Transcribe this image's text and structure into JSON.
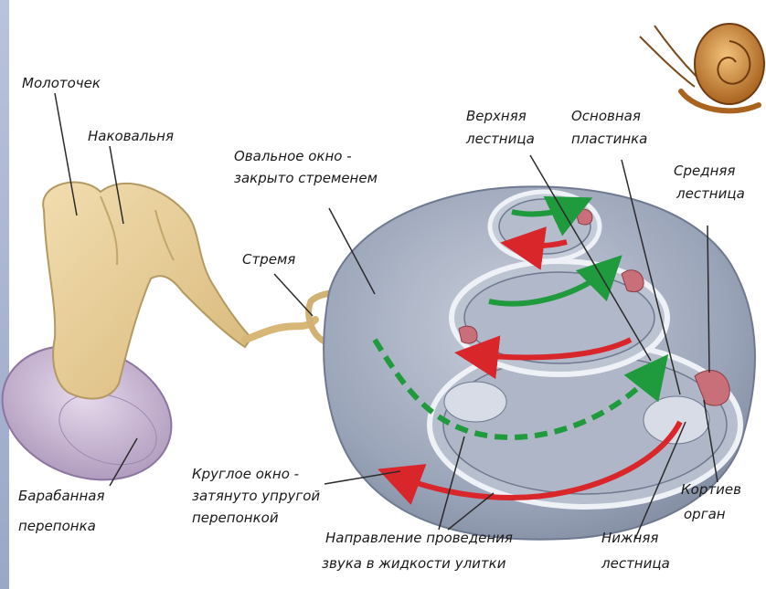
{
  "labels": {
    "malleus": "Молоточек",
    "incus": "Наковальня",
    "oval_window_l1": "Овальное окно -",
    "oval_window_l2": "закрыто стременем",
    "stapes": "Стремя",
    "upper_canal_l1": "Верхняя",
    "upper_canal_l2": "лестница",
    "basilar_l1": "Основная",
    "basilar_l2": "пластинка",
    "middle_canal_l1": "Средняя",
    "middle_canal_l2": "лестница",
    "round_window_l1": "Круглое окно -",
    "round_window_l2": "затянуто упругой",
    "round_window_l3": "перепонкой",
    "eardrum_l1": "Барабанная",
    "eardrum_l2": "перепонка",
    "corti_l1": "Кортиев",
    "corti_l2": "орган",
    "direction_l1": "Направление проведения",
    "direction_l2": "звука в жидкости улитки",
    "lower_canal_l1": "Нижняя",
    "lower_canal_l2": "лестница"
  },
  "colors": {
    "bone": "#e6cc95",
    "membrane": "#b9a2c6",
    "cochlea": "#9aa4b8",
    "arrow_green": "#1f9a3c",
    "arrow_red": "#d8262b",
    "snail_shell": "#c98a3a"
  }
}
